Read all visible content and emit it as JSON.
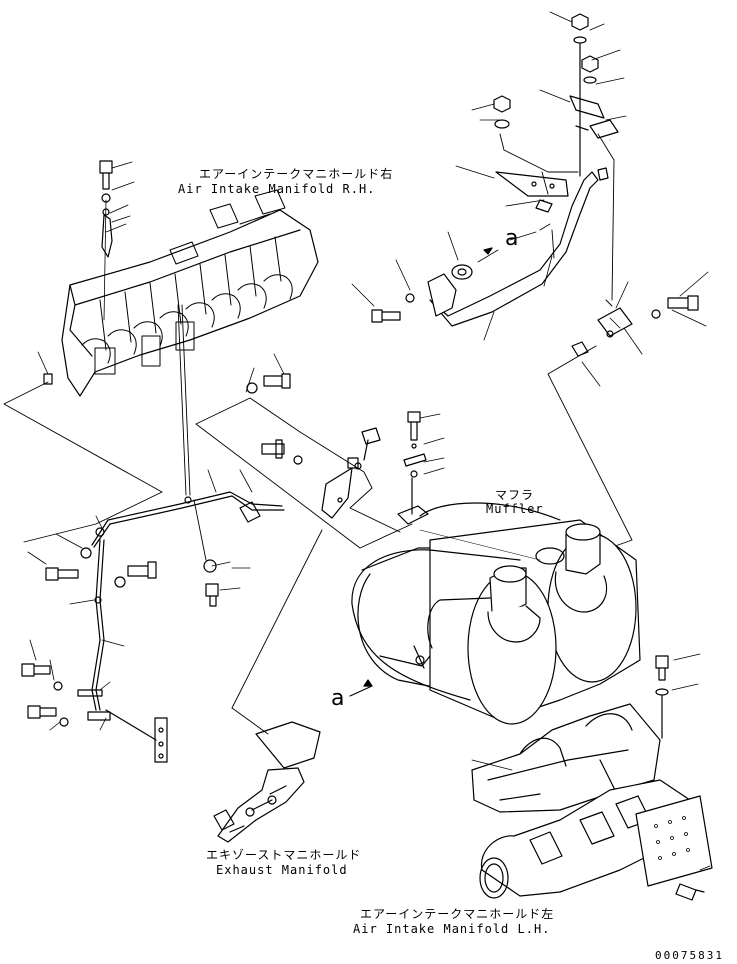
{
  "labels": {
    "intake_rh_jp": "エアーインテークマニホールド右",
    "intake_rh_en": "Air Intake Manifold R.H.",
    "muffler_jp": "マフラ",
    "muffler_en": "Muffler",
    "exhaust_jp": "エキゾーストマニホールド",
    "exhaust_en": "Exhaust Manifold",
    "intake_lh_jp": "エアーインテークマニホールド左",
    "intake_lh_en": "Air Intake Manifold L.H.",
    "callout_top": "a",
    "callout_muffler": "a",
    "drawing_number": "00075831"
  }
}
